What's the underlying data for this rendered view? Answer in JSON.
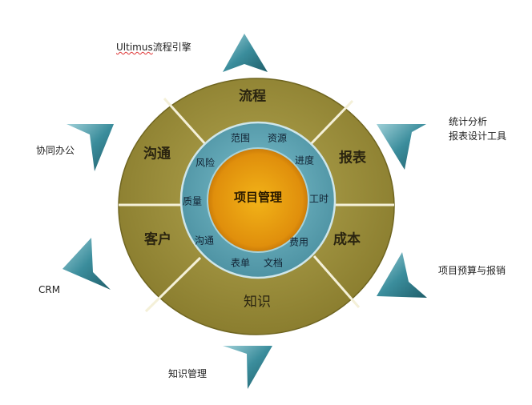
{
  "center": "项目管理",
  "inner_ring": [
    "范围",
    "资源",
    "进度",
    "工时",
    "费用",
    "文档",
    "表单",
    "沟通",
    "质量",
    "风险"
  ],
  "outer_segments": [
    "流程",
    "报表",
    "成本",
    "知识",
    "客户",
    "沟通"
  ],
  "external": {
    "top": "Ultimus",
    "top_suffix": "流程引擎",
    "right_top_1": "统计分析",
    "right_top_2": "报表设计工具",
    "right_bottom": "项目预算与报销",
    "bottom": "知识管理",
    "left_bottom": "CRM",
    "left_top": "协同办公"
  },
  "colors": {
    "outer": "#9c8f3a",
    "ring": "#5fa3b3",
    "core": "#e09a10",
    "arrow": "#2f7f8e"
  }
}
